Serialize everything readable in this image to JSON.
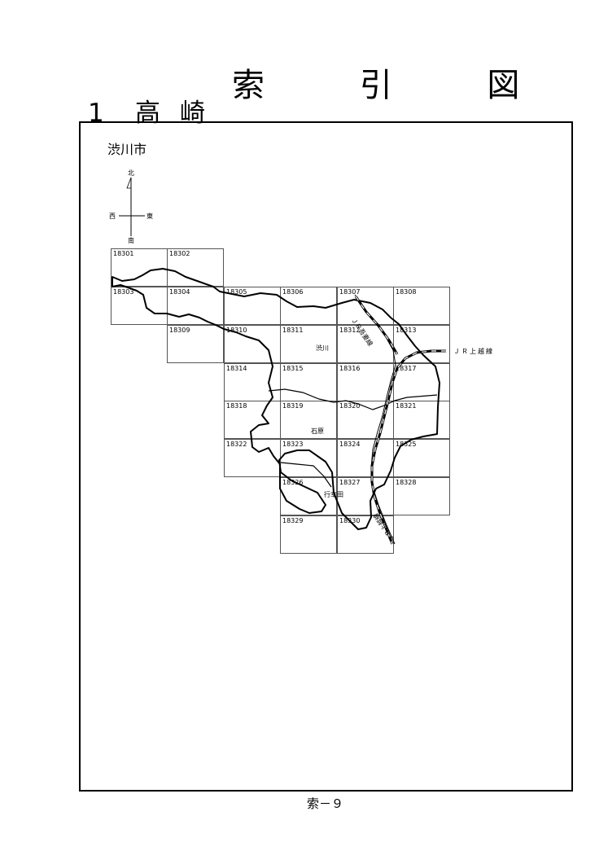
{
  "header": {
    "title": "索 引 図",
    "section_number": "1",
    "section_name": "高崎"
  },
  "map": {
    "city_label": "渋川市",
    "compass": {
      "north": "北",
      "south": "南",
      "east": "東",
      "west": "西"
    },
    "grid_cells": [
      {
        "id": "18301"
      },
      {
        "id": "18302"
      },
      {
        "id": "18303"
      },
      {
        "id": "18304"
      },
      {
        "id": "18305"
      },
      {
        "id": "18306"
      },
      {
        "id": "18307"
      },
      {
        "id": "18308"
      },
      {
        "id": "18309"
      },
      {
        "id": "18310"
      },
      {
        "id": "18311"
      },
      {
        "id": "18312"
      },
      {
        "id": "18313"
      },
      {
        "id": "18314"
      },
      {
        "id": "18315"
      },
      {
        "id": "18316"
      },
      {
        "id": "18317"
      },
      {
        "id": "18318"
      },
      {
        "id": "18319"
      },
      {
        "id": "18320"
      },
      {
        "id": "18321"
      },
      {
        "id": "18322"
      },
      {
        "id": "18323"
      },
      {
        "id": "18324"
      },
      {
        "id": "18325"
      },
      {
        "id": "18326"
      },
      {
        "id": "18327"
      },
      {
        "id": "18328"
      },
      {
        "id": "18329"
      },
      {
        "id": "18330"
      }
    ],
    "place_names": {
      "shibukawa": "渋川",
      "ishihara": "石原",
      "gyoukouden": "行幸田"
    },
    "rail_lines": {
      "agatsuma": "ＪＲ吾妻線",
      "joetsu_east": "ＪＲ上越線",
      "joetsu_south": "ＪＲ上越線"
    },
    "colors": {
      "line": "#000000",
      "grid": "#555555"
    }
  },
  "footer": {
    "page_label": "索－９"
  }
}
